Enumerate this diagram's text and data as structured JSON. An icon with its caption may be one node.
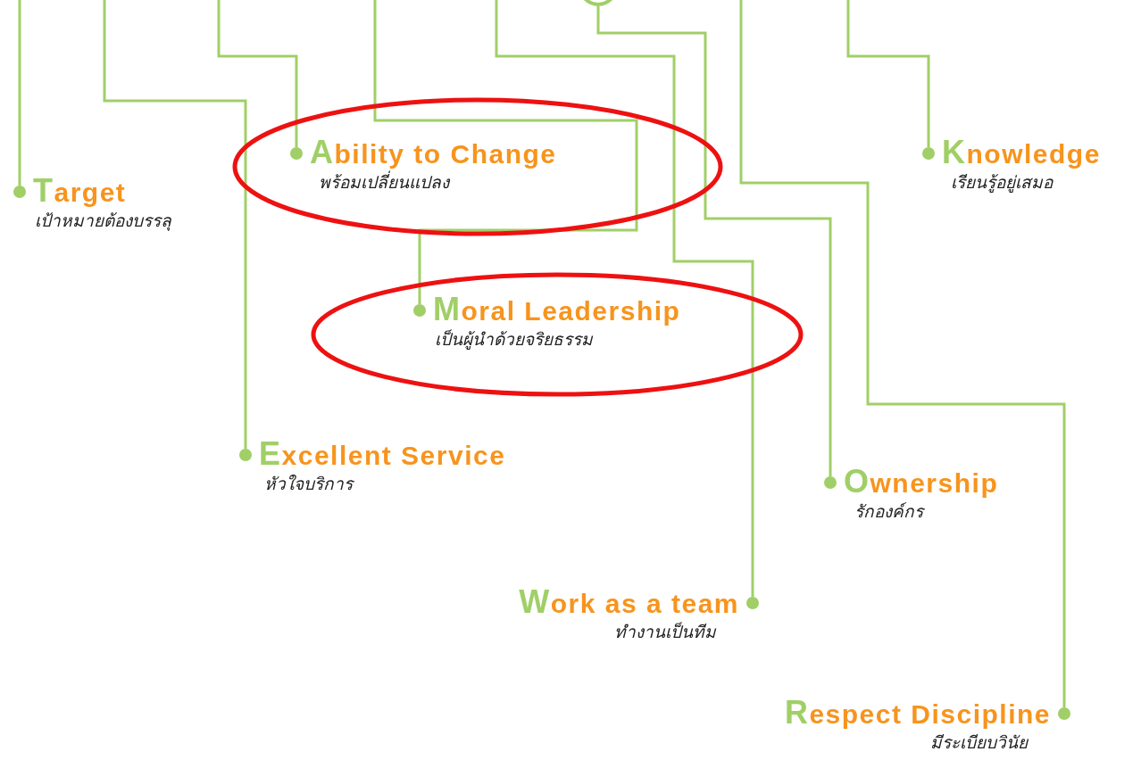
{
  "diagram": {
    "nodes": [
      {
        "text": [],
        "shape": "circle"
      },
      {
        "text": [
          "Ability to Change",
          "พร้อมเปลี่ยนแปลง"
        ]
      },
      {
        "text": [
          "Knowledge",
          "เรียนรู้อยู่เสมอ"
        ]
      },
      {
        "text": [
          "Target",
          "เป้าหมายต้องบรรลุ"
        ]
      },
      {
        "text": [
          "Moral Leadership",
          "เป็นผู้นำด้วยจริยธรรม"
        ]
      },
      {
        "text": [
          "Excellent Service",
          "หัวใจบริการ"
        ]
      },
      {
        "text": [
          "Ownership",
          "รักองค์กร"
        ]
      },
      {
        "text": [
          "Work as a team",
          "ทำงานเป็นทีม"
        ]
      },
      {
        "text": [
          "Respect Discipline",
          "มีระเบียบวินัย"
        ]
      }
    ],
    "edges": [
      {
        "from": null,
        "to": 1,
        "arrow": "none"
      },
      {
        "from": null,
        "to": 2,
        "arrow": "none"
      },
      {
        "from": null,
        "to": 3,
        "arrow": "none"
      },
      {
        "from": null,
        "to": 4,
        "arrow": "none"
      },
      {
        "from": null,
        "to": 5,
        "arrow": "none"
      },
      {
        "from": 0,
        "to": 6,
        "arrow": "none"
      },
      {
        "from": null,
        "to": 7,
        "arrow": "none"
      },
      {
        "from": null,
        "to": 8,
        "arrow": "none"
      }
    ]
  }
}
